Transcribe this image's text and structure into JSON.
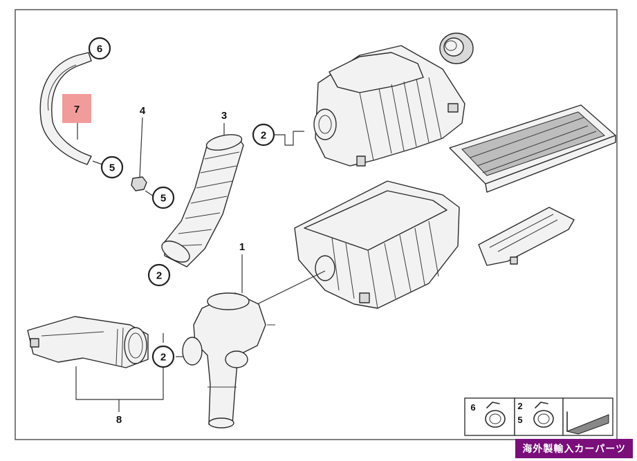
{
  "callouts": {
    "c1": "1",
    "c2a": "2",
    "c2b": "2",
    "c2c": "2",
    "c3": "3",
    "c4": "4",
    "c5a": "5",
    "c5b": "5",
    "c6": "6",
    "c7": "7",
    "c8": "8"
  },
  "legend": {
    "box1_label": "6",
    "box2_label_top": "2",
    "box2_label_bottom": "5"
  },
  "watermark": "海外製輸入カーパーツ",
  "colors": {
    "highlight": "#f08a8a",
    "watermark_bg": "#7a0e7a"
  }
}
